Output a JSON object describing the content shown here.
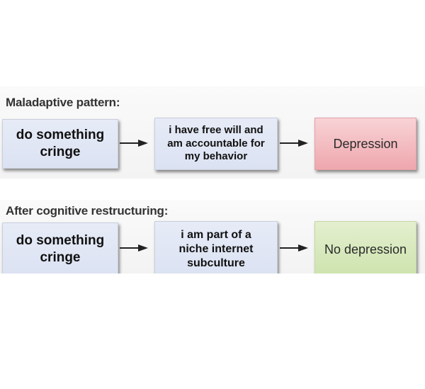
{
  "rows": [
    {
      "heading": "Maladaptive pattern:",
      "trigger": {
        "line1": "do something",
        "line2": "cringe"
      },
      "belief": {
        "line1": "i have free will and",
        "line2": "am accountable for",
        "line3": "my behavior"
      },
      "outcome": {
        "label": "Depression",
        "color": "#f0b3b8"
      }
    },
    {
      "heading": "After cognitive restructuring:",
      "trigger": {
        "line1": "do something",
        "line2": "cringe"
      },
      "belief": {
        "line1": "i am part of a",
        "line2": "niche internet",
        "line3": "subculture"
      },
      "outcome": {
        "label": "No depression",
        "color": "#d6e8bb"
      }
    }
  ],
  "icons": {
    "arrow": "right-arrow-icon"
  }
}
